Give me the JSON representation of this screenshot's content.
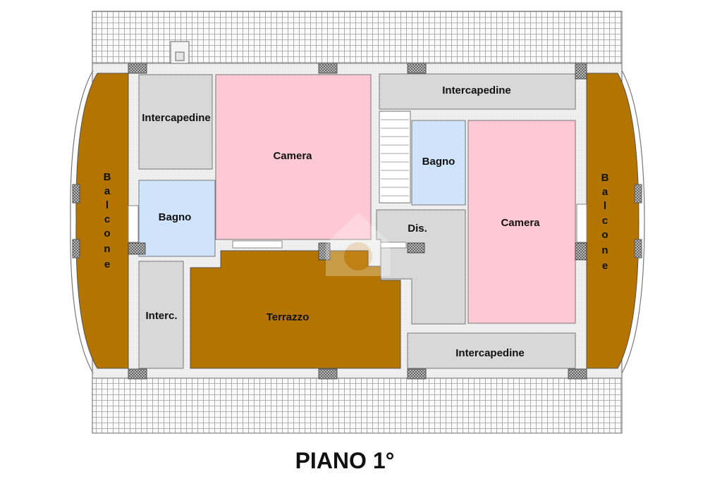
{
  "plan": {
    "title": "PIANO 1°",
    "rooms": {
      "intercapedine_top_left": "Intercapedine",
      "camera_left": "Camera",
      "bagno_left": "Bagno",
      "interc_left": "Interc.",
      "terrazzo": "Terrazzo",
      "intercapedine_top_right": "Intercapedine",
      "bagno_right": "Bagno",
      "dis": "Dis.",
      "camera_right": "Camera",
      "intercapedine_bottom_right": "Intercapedine"
    },
    "balcone_left": [
      "B",
      "a",
      "l",
      "c",
      "o",
      "n",
      "e"
    ],
    "balcone_right": [
      "B",
      "a",
      "l",
      "c",
      "o",
      "n",
      "e"
    ]
  },
  "colors": {
    "camera": "#ffc8d4",
    "bagno": "#cfe4fb",
    "intercapedine": "#d8d8d8",
    "terrazzo": "#b37400",
    "balcone": "#b37400",
    "wall": "#efefef"
  }
}
